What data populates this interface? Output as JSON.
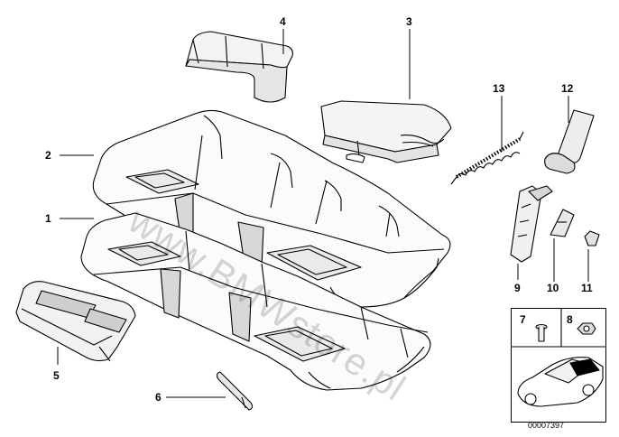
{
  "watermark": "www.BMWstore.pl",
  "doc_number": "00007397",
  "callouts": {
    "p1": "1",
    "p2": "2",
    "p3": "3",
    "p4": "4",
    "p5": "5",
    "p6": "6",
    "p7": "7",
    "p8": "8",
    "p9": "9",
    "p10": "10",
    "p11": "11",
    "p12": "12",
    "p13": "13"
  }
}
